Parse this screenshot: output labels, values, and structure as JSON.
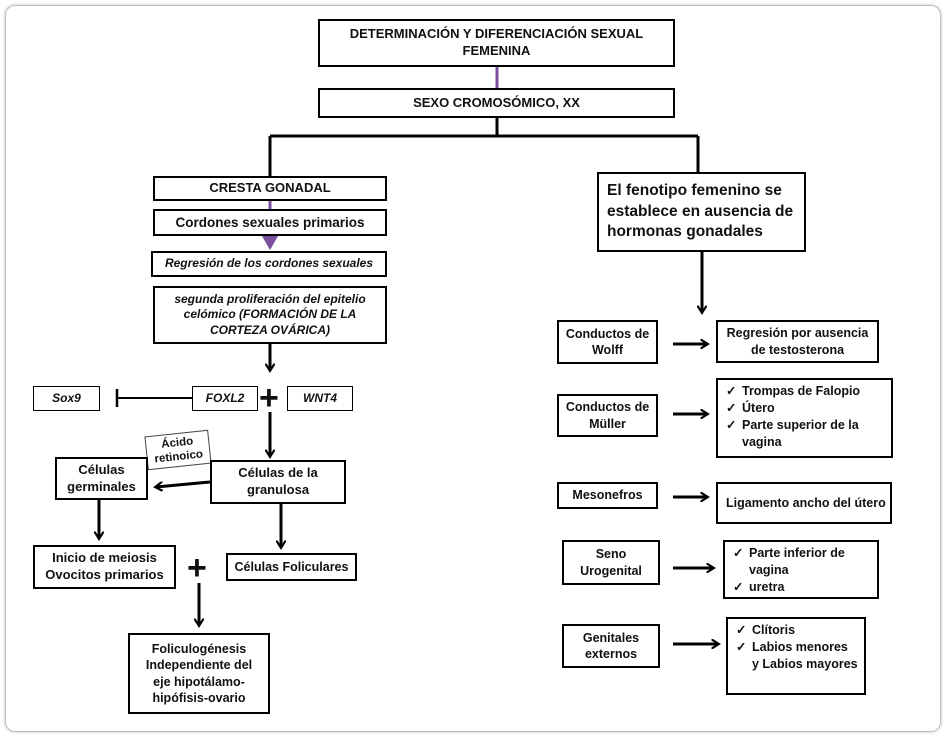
{
  "diagram": {
    "title": "DETERMINACIÓN Y DIFERENCIACIÓN SEXUAL FEMENINA",
    "sexo": "SEXO CROMOSÓMICO, XX",
    "left": {
      "cresta": "CRESTA GONADAL",
      "cordones": "Cordones sexuales primarios",
      "regresion": "Regresión de los cordones sexuales",
      "segunda": "segunda proliferación del epitelio celómico (FORMACIÓN DE LA CORTEZA OVÁRICA)",
      "sox9": "Sox9",
      "foxl2": "FOXL2",
      "wnt4": "WNT4",
      "acido": "Ácido retinoico",
      "granulosa": "Células de la granulosa",
      "germinales": "Células germinales",
      "foliculares": "Células Foliculares",
      "meiosis_1": "Inicio de meiosis",
      "meiosis_2": "Ovocitos primarios",
      "foliculo": "Foliculogénesis Independiente del eje hipotálamo-hipófisis-ovario"
    },
    "right": {
      "fenotipo": "El fenotipo femenino se establece en ausencia de hormonas gonadales",
      "wolff": "Conductos de Wolff",
      "wolff_result": "Regresión por ausencia de testosterona",
      "muller": "Conductos de Müller",
      "muller_items": [
        "Trompas de Falopio",
        "Útero",
        "Parte superior de la vagina"
      ],
      "mesonefros": "Mesonefros",
      "mesonefros_result": "Ligamento ancho del útero",
      "seno": "Seno Urogenital",
      "seno_items": [
        "Parte inferior de vagina",
        "uretra"
      ],
      "genitales": "Genitales externos",
      "genitales_items": [
        "Clítoris",
        "Labios menores y Labios mayores"
      ]
    },
    "check_symbol": "✓",
    "plus_symbol": "+",
    "accent_color": "#7b4fa0"
  }
}
